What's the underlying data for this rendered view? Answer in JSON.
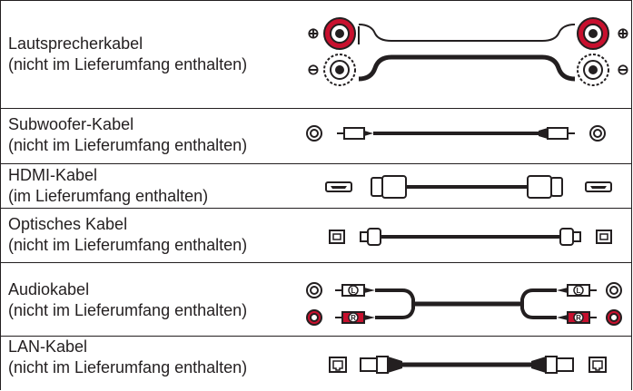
{
  "cables": [
    {
      "name": "Lautsprecherkabel",
      "note": "(nicht im Lieferumfang enthalten)",
      "icon": "speaker-cable-icon"
    },
    {
      "name": "Subwoofer-Kabel",
      "note": "(nicht im Lieferumfang enthalten)",
      "icon": "subwoofer-cable-icon"
    },
    {
      "name": "HDMI-Kabel",
      "note": "(im Lieferumfang enthalten)",
      "icon": "hdmi-cable-icon"
    },
    {
      "name": "Optisches Kabel",
      "note": "(nicht im Lieferumfang enthalten)",
      "icon": "optical-cable-icon"
    },
    {
      "name": "Audiokabel",
      "note": "(nicht im Lieferumfang enthalten)",
      "icon": "audio-cable-icon"
    },
    {
      "name": "LAN-Kabel",
      "note": "(nicht im Lieferumfang enthalten)",
      "icon": "lan-cable-icon"
    }
  ],
  "audio_plug_letters": {
    "left": "L",
    "right": "R"
  },
  "colors": {
    "line": "#231f20",
    "red": "#c8102e",
    "gray": "#8a8a8a"
  }
}
